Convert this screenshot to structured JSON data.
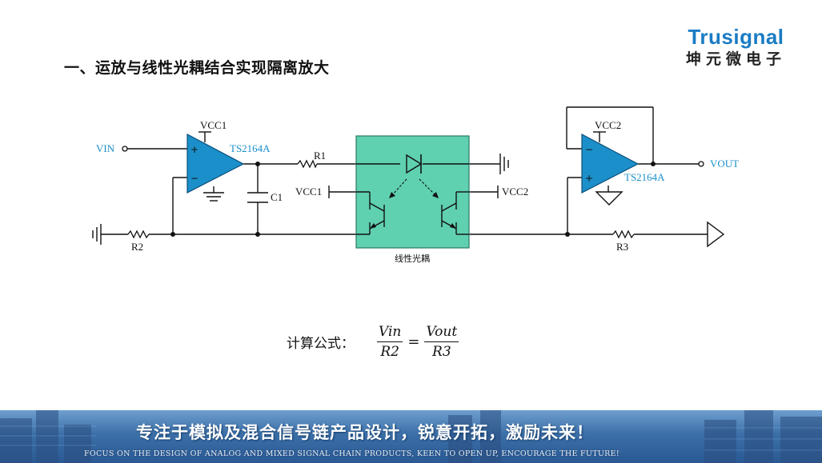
{
  "title": "一、运放与线性光耦结合实现隔离放大",
  "logo": {
    "brand": "Trusignal",
    "company": "坤元微电子"
  },
  "circuit": {
    "vin": "VIN",
    "vout": "VOUT",
    "opamp1_supply": "VCC1",
    "opamp1_part": "TS2164A",
    "opamp2_supply": "VCC2",
    "opamp2_part": "TS2164A",
    "r1": "R1",
    "r2": "R2",
    "r3": "R3",
    "c1": "C1",
    "coupler_vcc1": "VCC1",
    "coupler_vcc2": "VCC2",
    "coupler_label": "线性光耦",
    "plus_sign": "+",
    "minus_sign": "−"
  },
  "formula": {
    "label": "计算公式：",
    "left_num": "Vin",
    "left_den": "R2",
    "equals": "=",
    "right_num": "Vout",
    "right_den": "R3"
  },
  "banner": {
    "slogan": "专注于模拟及混合信号链产品设计，锐意开拓，激励未来！",
    "tagline": "FOCUS ON THE DESIGN OF ANALOG AND MIXED SIGNAL CHAIN PRODUCTS, KEEN TO OPEN UP, ENCOURAGE THE FUTURE!"
  },
  "colors": {
    "opamp": "#1b8fc9",
    "coupler": "#5fd0b0",
    "label_blue": "#1b8fc9",
    "logo_blue": "#1a7cc4",
    "banner": "#3c6fa8"
  }
}
